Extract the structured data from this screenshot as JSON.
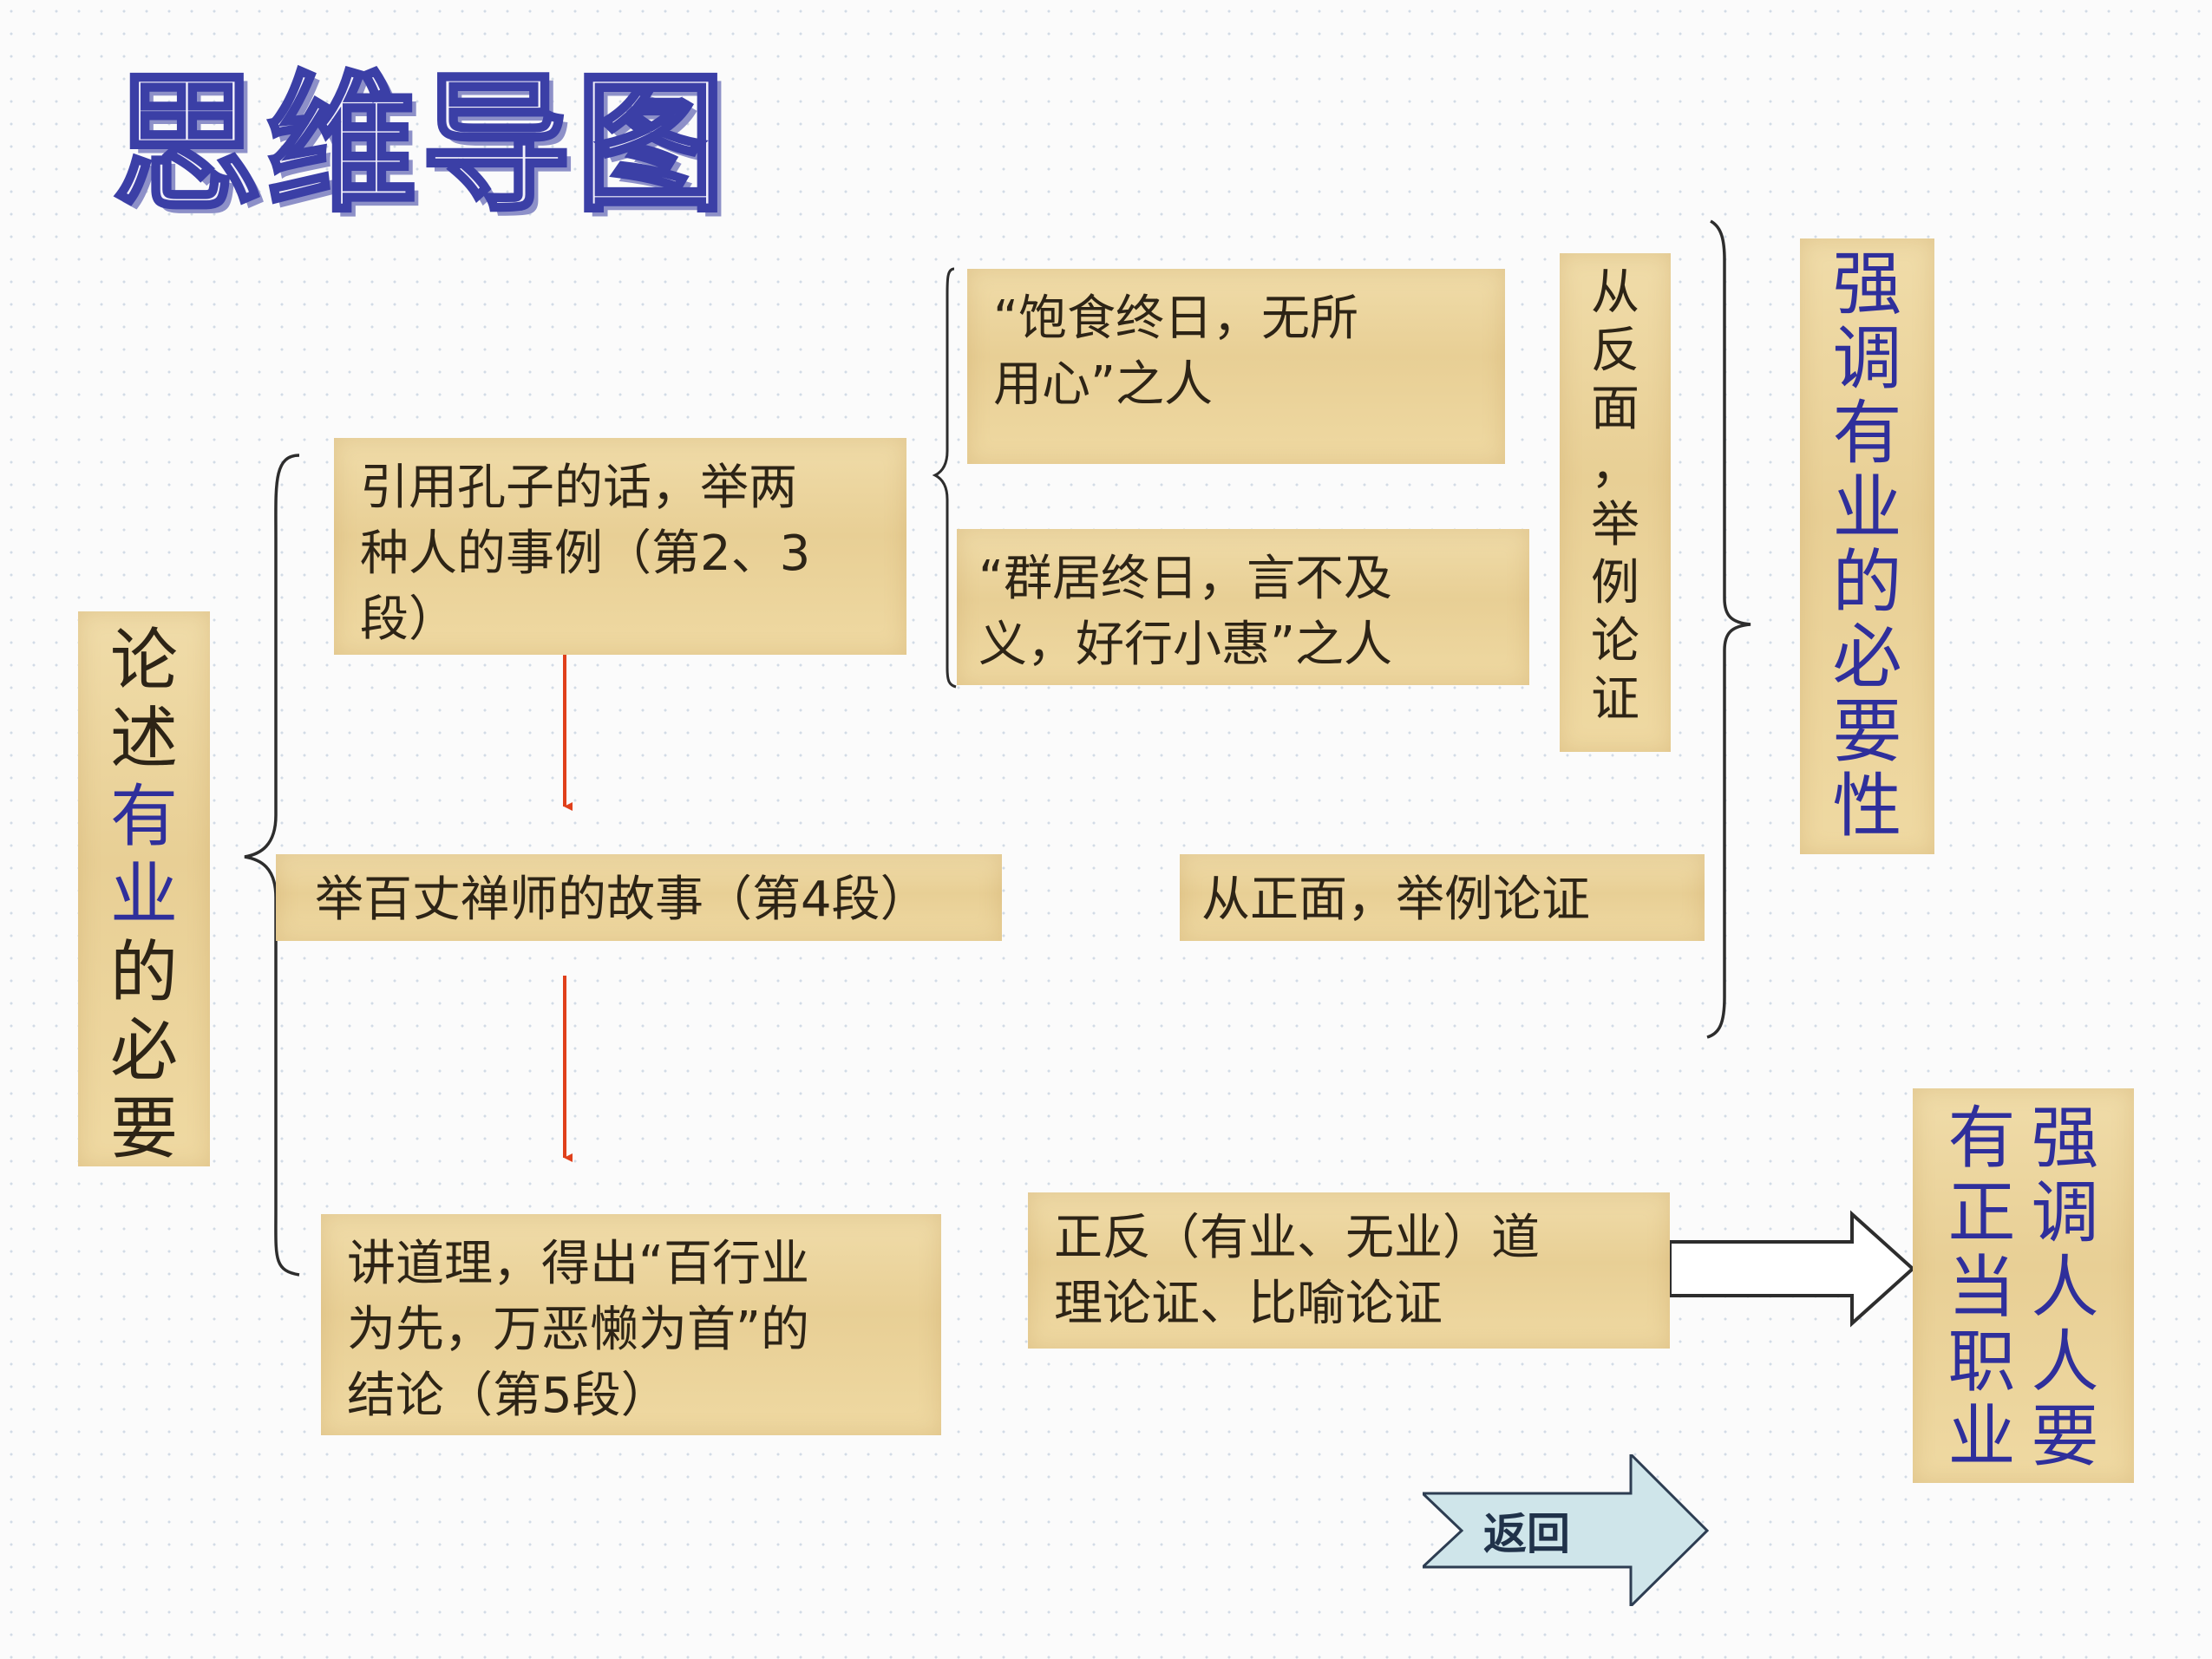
{
  "title": "思维导图",
  "root": {
    "chars": [
      "论",
      "述",
      "有",
      "业",
      "的",
      "必",
      "要"
    ]
  },
  "branches": {
    "b1": "引用孔子的话，举两\n种人的事例（第2、3\n段）",
    "b2": "举百丈禅师的故事（第4段）",
    "b3": "讲道理，得出“百行业\n为先，万恶懒为首”的\n结论（第5段）"
  },
  "examples": {
    "e1": "“饱食终日，无所\n用心”之人",
    "e2": "“群居终日，言不及\n义，好行小惠”之人"
  },
  "methods": {
    "negative": {
      "chars": [
        "从",
        "反",
        "面",
        "，",
        "举",
        "例",
        "论",
        "证"
      ]
    },
    "positive": "从正面，举例论证",
    "reasoning": "正反（有业、无业）道\n理论证、比喻论证"
  },
  "conclusions": {
    "c1": {
      "chars": [
        "强",
        "调",
        "有",
        "业",
        "的",
        "必",
        "要",
        "性"
      ]
    },
    "c2": {
      "col1": [
        "强",
        "调",
        "人",
        "人",
        "要"
      ],
      "col2": [
        "有",
        "正",
        "当",
        "职",
        "业"
      ]
    }
  },
  "nav": {
    "back_label": "返回"
  },
  "colors": {
    "title_stroke": "#3b3fa6",
    "paper": "#ecd59f",
    "arrow_red": "#e0401b",
    "back_fill": "#cfe5ea",
    "emphasis_blue": "#2f2f9b"
  },
  "icons": {
    "back_arrow": "right-arrow-icon"
  }
}
